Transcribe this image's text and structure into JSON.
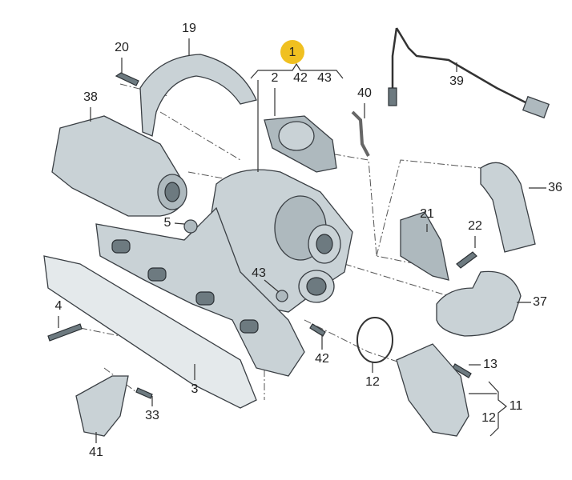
{
  "diagram": {
    "title": "Turbocharger assembly exploded view",
    "highlight_color": "#f0c020",
    "labels": [
      "1",
      "2",
      "42",
      "43",
      "19",
      "20",
      "38",
      "40",
      "39",
      "36",
      "21",
      "22",
      "5",
      "4",
      "43",
      "42",
      "37",
      "13",
      "11",
      "12",
      "12",
      "3",
      "33",
      "41"
    ]
  }
}
